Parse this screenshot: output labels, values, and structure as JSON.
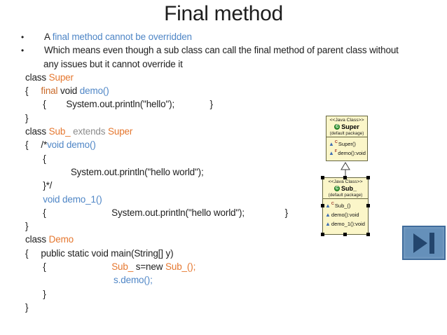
{
  "slide": {
    "title": "Final method"
  },
  "colors": {
    "title_text": "#1d1d1d",
    "body_text": "#202020",
    "keyword_blue": "#4f86c6",
    "class_orange": "#e5772f",
    "final_orange": "#c96a2a",
    "extends_gray": "#8c8c8c",
    "uml_fill": "#fbf6c9",
    "uml_border": "#66663f",
    "button_fill": "#6590ba",
    "button_border": "#3f6b9b",
    "button_glyph": "#23456d"
  },
  "bullet_char": "•",
  "lines": [
    {
      "type": "bullet",
      "segs": [
        {
          "t": "A ",
          "c": "k"
        },
        {
          "t": "final method cannot be overridden",
          "c": "b"
        }
      ]
    },
    {
      "type": "bullet",
      "segs": [
        {
          "t": "Which means even though a sub class can call the final method of parent class without",
          "c": "k"
        }
      ]
    },
    {
      "type": "cont",
      "segs": [
        {
          "t": "any issues but it cannot override it",
          "c": "k"
        }
      ]
    },
    {
      "type": "code",
      "segs": [
        {
          "t": "class ",
          "c": "k"
        },
        {
          "t": "Super",
          "c": "o"
        }
      ]
    },
    {
      "type": "code",
      "segs": [
        {
          "t": "{     ",
          "c": "k"
        },
        {
          "t": "final",
          "c": "kw"
        },
        {
          "t": " void ",
          "c": "k"
        },
        {
          "t": "demo()",
          "c": "b"
        }
      ]
    },
    {
      "type": "code",
      "segs": [
        {
          "t": "       {        System.out.println(\"hello\");              }",
          "c": "k"
        }
      ]
    },
    {
      "type": "code",
      "segs": [
        {
          "t": "}",
          "c": "k"
        }
      ]
    },
    {
      "type": "code",
      "segs": [
        {
          "t": "class ",
          "c": "k"
        },
        {
          "t": "Sub_",
          "c": "o"
        },
        {
          "t": " extends ",
          "c": "g"
        },
        {
          "t": "Super",
          "c": "o"
        }
      ]
    },
    {
      "type": "code",
      "segs": [
        {
          "t": "{     /*",
          "c": "k"
        },
        {
          "t": "void demo()",
          "c": "b"
        }
      ]
    },
    {
      "type": "code",
      "segs": [
        {
          "t": "       {",
          "c": "k"
        }
      ]
    },
    {
      "type": "code",
      "segs": [
        {
          "t": "                  System.out.println(\"hello world\");",
          "c": "k"
        }
      ]
    },
    {
      "type": "code",
      "segs": [
        {
          "t": "       }*/",
          "c": "k"
        }
      ]
    },
    {
      "type": "code",
      "segs": [
        {
          "t": "       ",
          "c": "k"
        },
        {
          "t": "void demo_1()",
          "c": "b"
        }
      ]
    },
    {
      "type": "code",
      "segs": [
        {
          "t": "       {                          System.out.println(\"hello world\");                }",
          "c": "k"
        }
      ]
    },
    {
      "type": "code",
      "segs": [
        {
          "t": "}",
          "c": "k"
        }
      ]
    },
    {
      "type": "code",
      "segs": [
        {
          "t": "class ",
          "c": "k"
        },
        {
          "t": "Demo",
          "c": "o"
        }
      ]
    },
    {
      "type": "code",
      "segs": [
        {
          "t": "{     public static void main(String[] y)",
          "c": "k"
        }
      ]
    },
    {
      "type": "code",
      "segs": [
        {
          "t": "       {                          ",
          "c": "k"
        },
        {
          "t": "Sub_",
          "c": "o"
        },
        {
          "t": " s=new ",
          "c": "k"
        },
        {
          "t": "Sub_();",
          "c": "o"
        }
      ]
    },
    {
      "type": "code",
      "segs": [
        {
          "t": "                                   ",
          "c": "k"
        },
        {
          "t": "s.demo();",
          "c": "b"
        }
      ]
    },
    {
      "type": "code",
      "segs": [
        {
          "t": "       }",
          "c": "k"
        }
      ]
    },
    {
      "type": "code",
      "segs": [
        {
          "t": "}",
          "c": "k"
        }
      ]
    }
  ],
  "uml_diagram": {
    "relationship": "generalization",
    "class_icon_letter": "C",
    "member_icon": "package-method-triangle-icon",
    "classes": [
      {
        "id": "super",
        "stereotype": "<<Java Class>>",
        "name": "Super",
        "package": "(default package)",
        "selected": false,
        "members": [
          {
            "adornment": "C",
            "label": "Super()"
          },
          {
            "adornment": "F",
            "label": "demo():void"
          }
        ]
      },
      {
        "id": "sub",
        "stereotype": "<<Java Class>>",
        "name": "Sub_",
        "package": "(default package)",
        "selected": true,
        "members": [
          {
            "adornment": "C",
            "label": "Sub_()"
          },
          {
            "adornment": "",
            "label": "demo():void"
          },
          {
            "adornment": "",
            "label": "demo_1():void"
          }
        ]
      }
    ]
  },
  "next_button": {
    "icon": "skip-forward-icon"
  }
}
